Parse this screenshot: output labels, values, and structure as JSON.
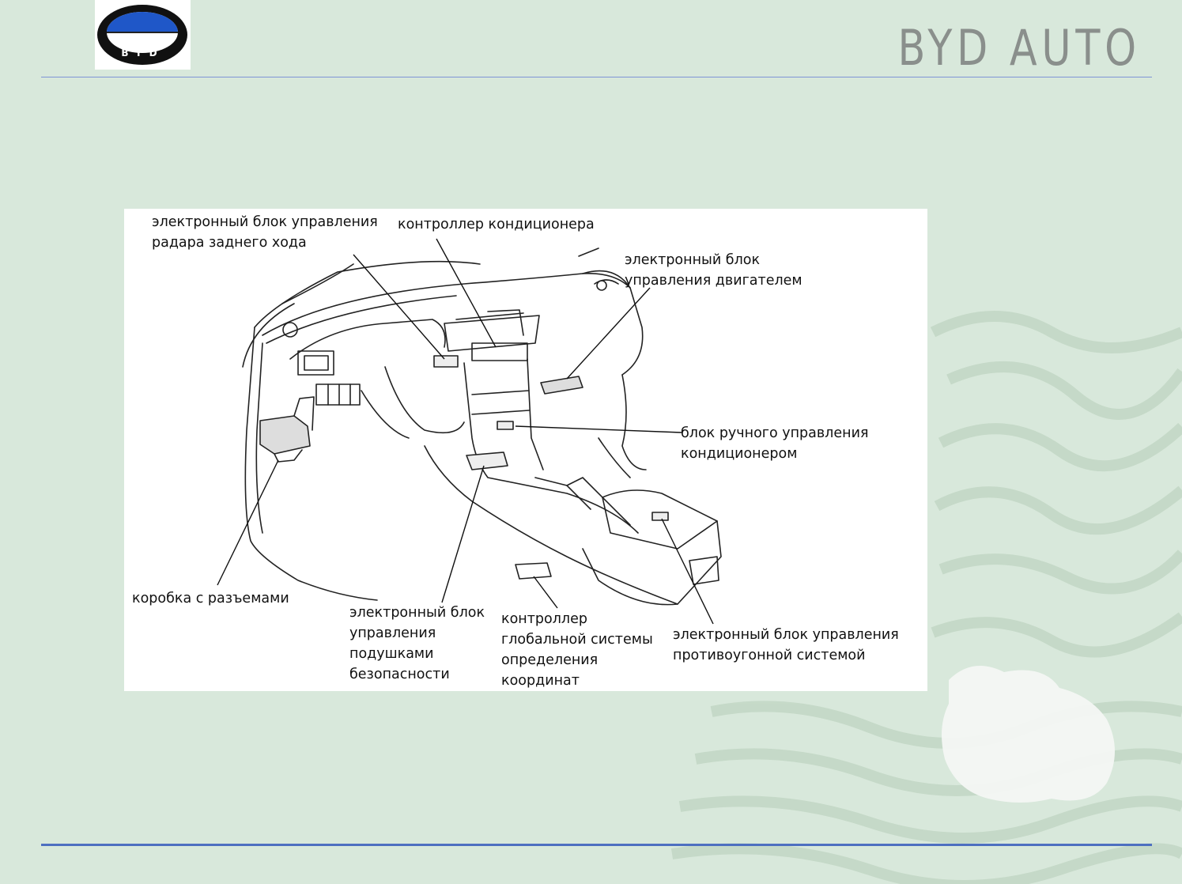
{
  "header": {
    "brand_title": "BYD AUTO",
    "logo_text": "BYD"
  },
  "colors": {
    "background": "#d8e8db",
    "rule": "#4d6fc0",
    "brand": "#8a8f8c",
    "logo_blue": "#1f57c8"
  },
  "diagram": {
    "labels": {
      "radar_ecu": "электронный блок управления\nрадара заднего хода",
      "ac_controller": "контроллер кондиционера",
      "engine_ecu": "электронный блок\nуправления двигателем",
      "ac_manual_unit": "блок ручного управления\nкондиционером",
      "junction_box": "коробка с разъемами",
      "airbag_ecu": "электронный блок\nуправления\nподушками\nбезопасности",
      "gps_controller": "контроллер\nглобальной системы\nопределения\nкоординат",
      "immobilizer_ecu": "электронный блок управления\nпротивоугонной системой"
    }
  }
}
